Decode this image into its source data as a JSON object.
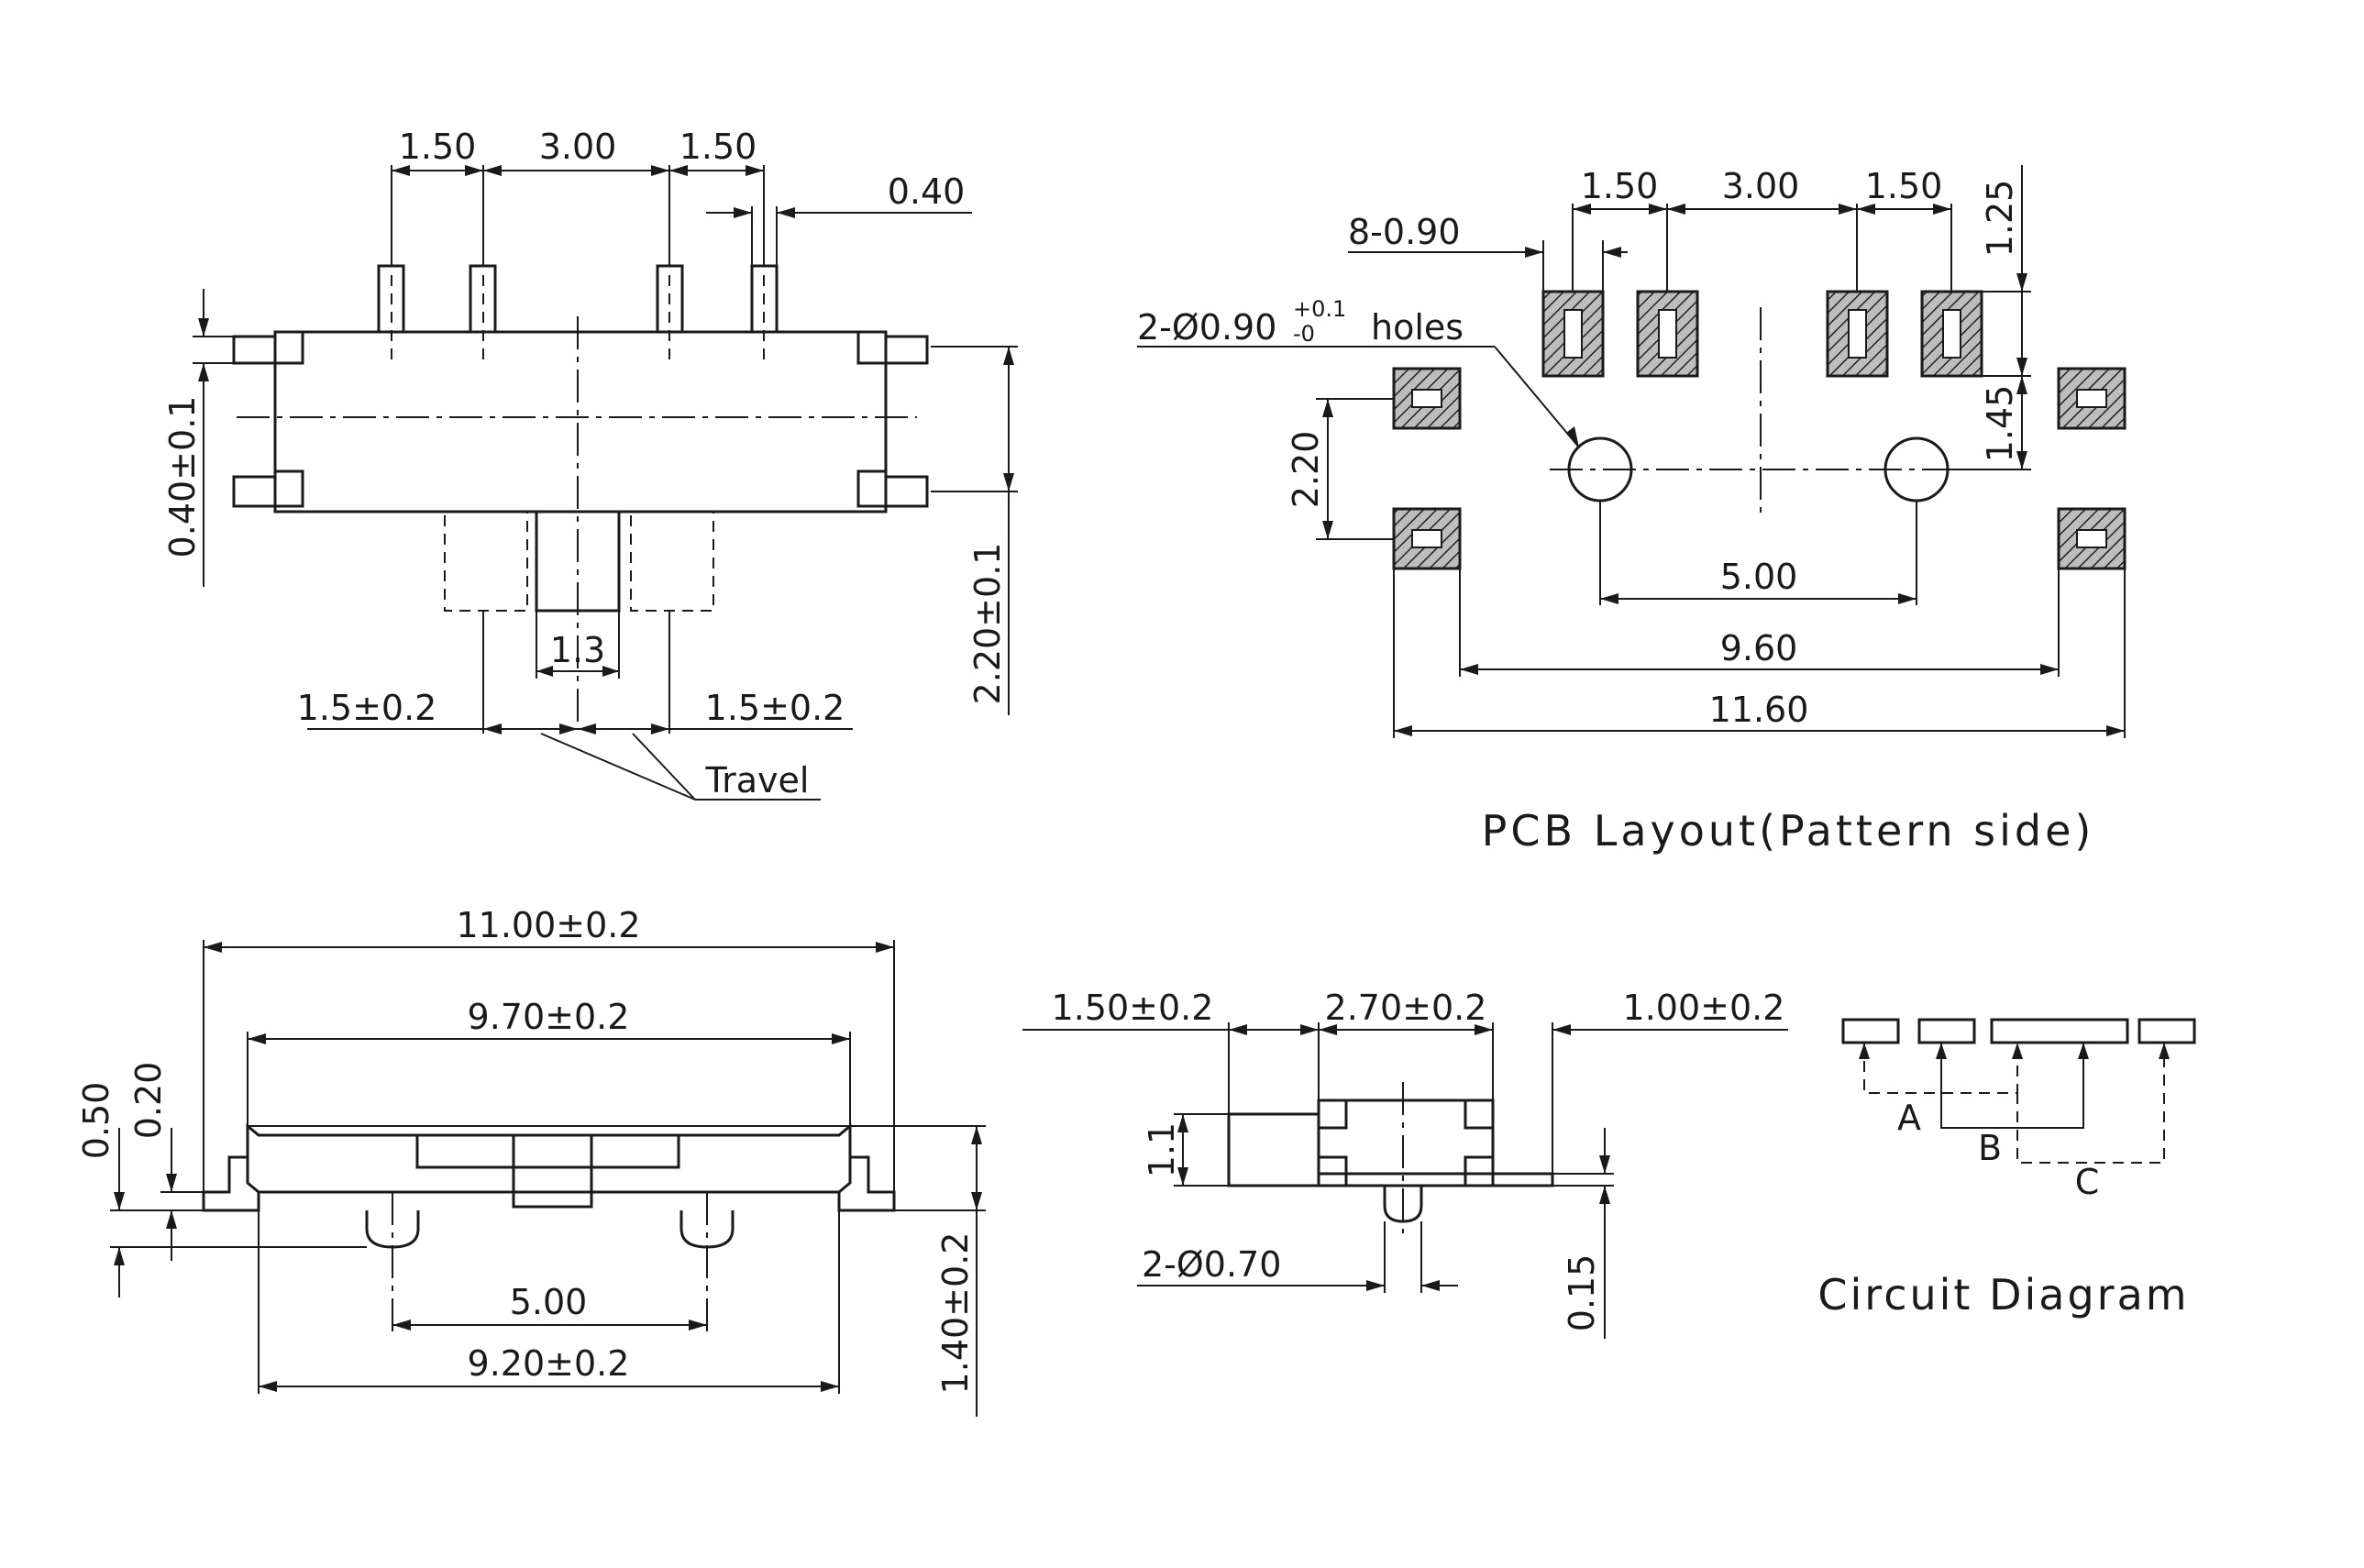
{
  "top_view": {
    "pin_pitch_left": "1.50",
    "pin_pitch_center": "3.00",
    "pin_pitch_right": "1.50",
    "pin_width": "0.40",
    "tab_height": "0.40±0.1",
    "tab_span": "2.20±0.1",
    "actuator_width": "1.3",
    "travel_left": "1.5±0.2",
    "travel_right": "1.5±0.2",
    "travel_label": "Travel"
  },
  "pcb_layout": {
    "pad_pitch_left": "1.50",
    "pad_pitch_center": "3.00",
    "pad_pitch_right": "1.50",
    "pad_size": "8-0.90",
    "holes_prefix": "2-Ø0.90",
    "holes_tol_plus": "+0.1",
    "holes_tol_minus": "-0",
    "holes_suffix": "holes",
    "pad_height": "1.25",
    "pad_to_hole": "1.45",
    "tab_pitch": "2.20",
    "hole_spacing": "5.00",
    "inner_tab_span": "9.60",
    "outer_tab_span": "11.60",
    "caption": "PCB Layout(Pattern side)"
  },
  "front_view": {
    "overall_length": "11.00±0.2",
    "body_length": "9.70±0.2",
    "lead_span": "9.20±0.2",
    "peg_spacing": "5.00",
    "lead_offset": "0.50",
    "lead_thickness": "0.20",
    "overall_height": "1.40±0.2"
  },
  "side_view": {
    "actuator_depth": "1.50±0.2",
    "body_depth": "2.70±0.2",
    "lead_length": "1.00±0.2",
    "actuator_height": "1.1",
    "peg_diameter": "2-Ø0.70",
    "lead_gap": "0.15"
  },
  "circuit": {
    "label_a": "A",
    "label_b": "B",
    "label_c": "C",
    "caption": "Circuit Diagram"
  }
}
